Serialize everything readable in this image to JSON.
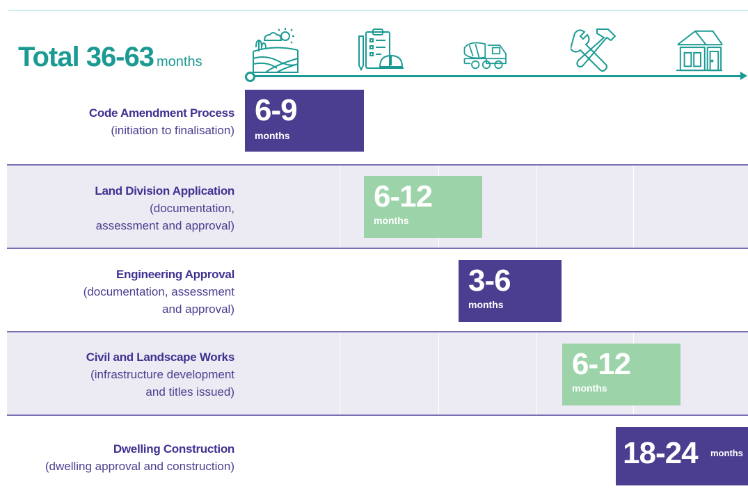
{
  "header": {
    "total_prefix": "Total 36-63",
    "total_unit": "months"
  },
  "timeline_icons": [
    "farmland-icon",
    "clipboard-hardhat-icon",
    "concrete-mixer-truck-icon",
    "wrench-hammer-icon",
    "house-icon"
  ],
  "colors": {
    "teal": "#1b9a93",
    "purple": "#4b3d8f",
    "green": "#9cd3a9",
    "label_text": "#3e3292",
    "row_shade": "#ecebf3"
  },
  "stages": [
    {
      "title": "Code Amendment Process",
      "desc_lines": [
        "(initiation to finalisation)"
      ],
      "range": "6-9",
      "unit": "months",
      "color": "purple"
    },
    {
      "title": "Land Division Application",
      "desc_lines": [
        "(documentation,",
        "assessment and approval)"
      ],
      "range": "6-12",
      "unit": "months",
      "color": "green"
    },
    {
      "title": "Engineering Approval",
      "desc_lines": [
        "(documentation, assessment",
        "and approval)"
      ],
      "range": "3-6",
      "unit": "months",
      "color": "purple"
    },
    {
      "title": "Civil and Landscape Works",
      "desc_lines": [
        "(infrastructure development",
        "and titles issued)"
      ],
      "range": "6-12",
      "unit": "months",
      "color": "green"
    },
    {
      "title": "Dwelling Construction",
      "desc_lines": [
        "(dwelling approval and construction)"
      ],
      "range": "18-24",
      "unit": "months",
      "color": "purple"
    }
  ]
}
